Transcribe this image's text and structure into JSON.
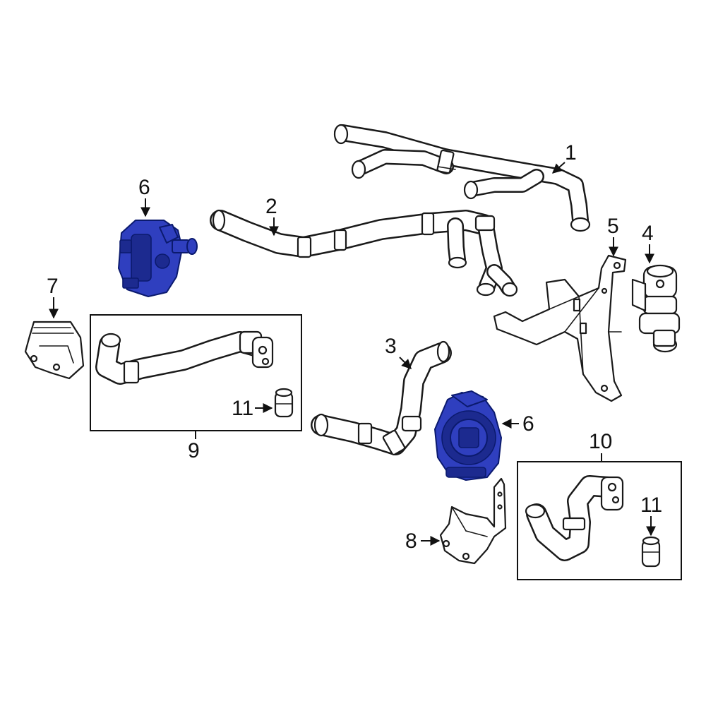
{
  "colors": {
    "highlight": "#2f3fbf",
    "highlight_dark": "#1c2a8f",
    "line": "#1a1a1a",
    "background": "#ffffff"
  },
  "callouts": {
    "c1": "1",
    "c2": "2",
    "c3": "3",
    "c4": "4",
    "c5": "5",
    "c6a": "6",
    "c6b": "6",
    "c7": "7",
    "c8": "8",
    "c9": "9",
    "c10": "10",
    "c11a": "11",
    "c11b": "11"
  }
}
